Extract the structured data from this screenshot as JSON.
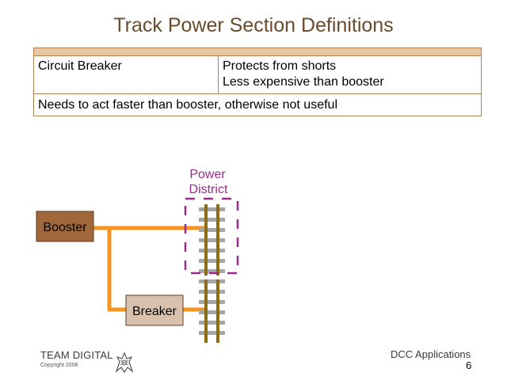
{
  "title": "Track Power Section Definitions",
  "table": {
    "row1": {
      "term": "Circuit Breaker",
      "definition_lines": [
        "Protects from shorts",
        "Less expensive than booster"
      ]
    },
    "row2": "Needs to act faster than booster, otherwise not useful"
  },
  "diagram": {
    "booster_label": "Booster",
    "breaker_label": "Breaker",
    "district_label_line1": "Power",
    "district_label_line2": "District",
    "colors": {
      "wire": "#f7931e",
      "booster_fill": "#a0673a",
      "breaker_fill": "#d9c2ad",
      "rail": "#8c6d14",
      "tie": "#a6a6a6",
      "district": "#9b2a8f"
    }
  },
  "footer": {
    "brand": "TEAM DIGITAL",
    "copyright": "Copyright 2008",
    "section": "DCC Applications",
    "page_number": "6"
  }
}
